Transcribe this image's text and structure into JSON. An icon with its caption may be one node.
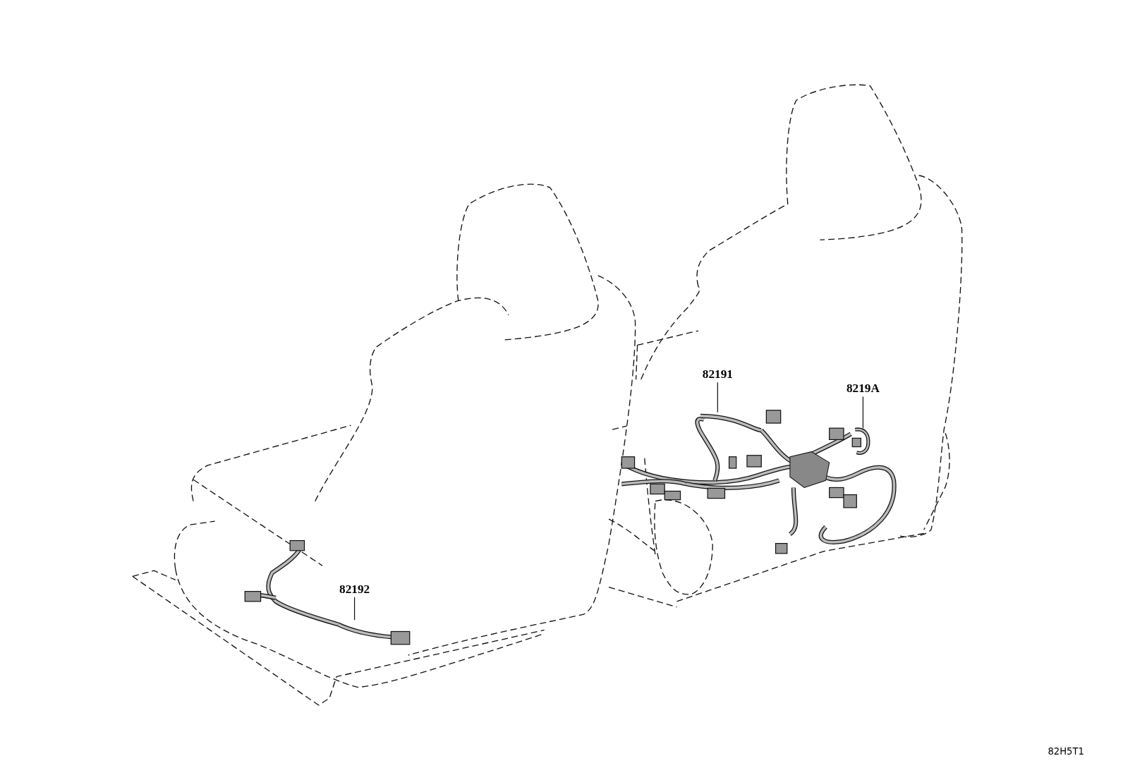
{
  "diagram": {
    "nodes": [
      {
        "text": [
          "82191"
        ]
      },
      {
        "text": [
          "8219A"
        ]
      },
      {
        "text": [
          "82192"
        ]
      },
      {
        "text": [],
        "shape": "picture"
      },
      {
        "text": [],
        "shape": "picture",
        "in": 3
      },
      {
        "text": [],
        "shape": "picture"
      }
    ],
    "edges": [
      {
        "from": 0,
        "to": 3,
        "arrow": "none"
      },
      {
        "from": 1,
        "to": 4,
        "arrow": "none"
      },
      {
        "from": 2,
        "to": 5,
        "arrow": "none"
      }
    ],
    "labels": [
      "82H5T1"
    ]
  }
}
